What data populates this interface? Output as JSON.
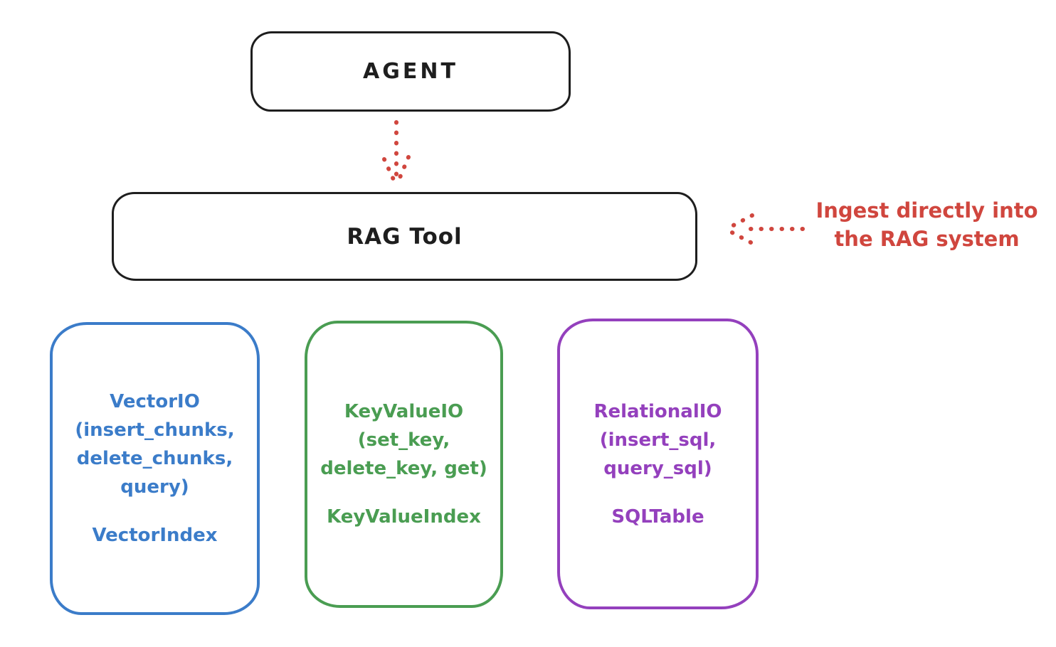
{
  "diagram": {
    "agent": {
      "label": "AGENT"
    },
    "rag_tool": {
      "label": "RAG Tool"
    },
    "annotation": {
      "line1": "Ingest directly into",
      "line2": "the RAG system",
      "color": "#d0463e"
    },
    "arrows": [
      {
        "name": "dotted-down-arrow",
        "from": "agent-box",
        "to": "rag-tool-box",
        "style": "dotted",
        "color": "#d0463e"
      },
      {
        "name": "dotted-left-arrow",
        "from": "annotation",
        "to": "rag-tool-box",
        "style": "dotted",
        "color": "#d0463e"
      }
    ],
    "backends": [
      {
        "name": "vector-io",
        "color": "#3b7cc9",
        "lines": [
          "VectorIO",
          "(insert_chunks,",
          "delete_chunks,",
          "query)"
        ],
        "index": "VectorIndex"
      },
      {
        "name": "keyvalue-io",
        "color": "#4a9d52",
        "lines": [
          "KeyValueIO",
          "(set_key,",
          "delete_key, get)"
        ],
        "index": "KeyValueIndex"
      },
      {
        "name": "relational-io",
        "color": "#9440bd",
        "lines": [
          "RelationalIO",
          "(insert_sql,",
          "query_sql)"
        ],
        "index": "SQLTable"
      }
    ],
    "colors": {
      "ink": "#1e1e1e",
      "accent_red": "#d0463e",
      "blue": "#3b7cc9",
      "green": "#4a9d52",
      "purple": "#9440bd",
      "background": "#ffffff"
    }
  }
}
